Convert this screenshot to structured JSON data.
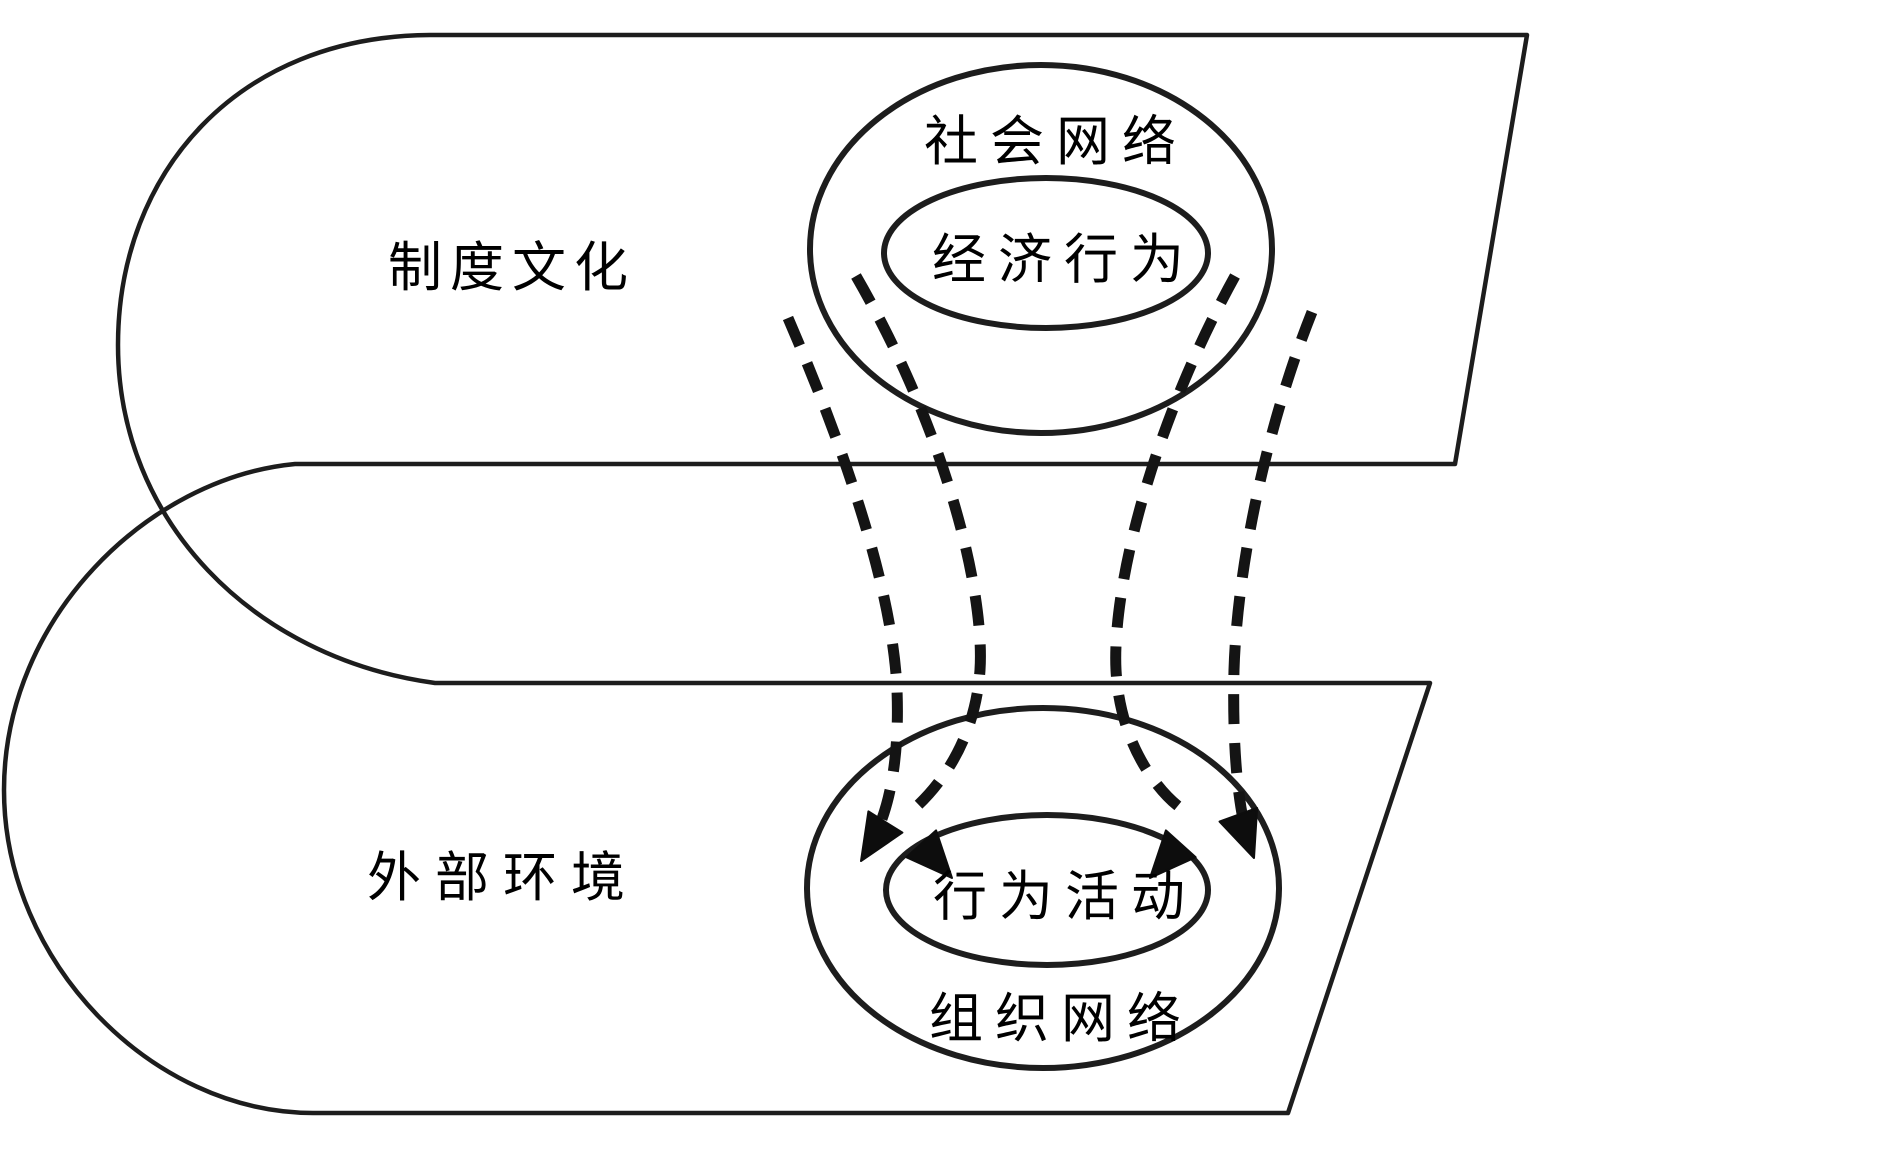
{
  "figure": {
    "background_color": "#ffffff",
    "ink_color": "#1d1d1d",
    "upper_plane": {
      "label": "制度文化"
    },
    "lower_plane": {
      "label": "外部环境"
    },
    "upper_group": {
      "outer_label": "社会网络",
      "inner_label": "经济行为"
    },
    "lower_group": {
      "inner_label": "行为活动",
      "outer_label": "组织网络"
    },
    "arrows": {
      "style": "dashed",
      "count": 4,
      "direction": "downward"
    }
  }
}
